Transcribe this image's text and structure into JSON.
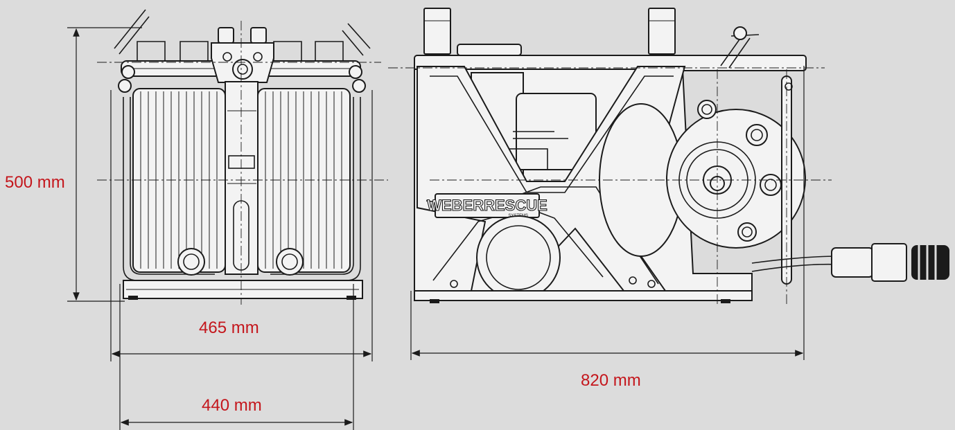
{
  "dimensions": {
    "height": "500 mm",
    "outer_width": "465 mm",
    "inner_width": "440 mm",
    "length": "820 mm"
  },
  "brand": {
    "logo_text": "WEBERRESCUE",
    "logo_subtext": "SYSTEMS"
  },
  "colors": {
    "dimension_text": "#c4161c",
    "line": "#1b1b1b",
    "background": "#dcdcdc",
    "part_fill": "#f3f3f3"
  }
}
